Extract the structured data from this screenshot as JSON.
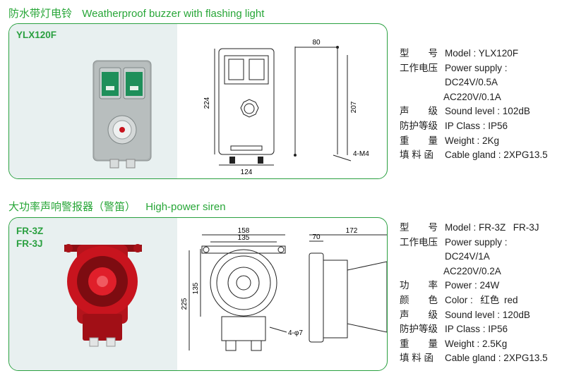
{
  "section1": {
    "title_cn": "防水带灯电铃",
    "title_en": "Weatherproof buzzer with flashing light",
    "model": "YLX120F",
    "drawing": {
      "dim_top": "80",
      "dim_height": "224",
      "dim_inner": "207",
      "dim_width": "124",
      "dim_hole": "4-M4"
    },
    "specs": [
      {
        "label": "型　　号",
        "value": "Model : YLX120F"
      },
      {
        "label": "工作电压",
        "value": "Power supply :"
      },
      {
        "label": "",
        "value": "DC24V/0.5A"
      },
      {
        "label": "",
        "value": "AC220V/0.1A"
      },
      {
        "label": "声　　级",
        "value": "Sound level : 102dB"
      },
      {
        "label": "防护等级",
        "value": "IP Class : IP56"
      },
      {
        "label": "重　　量",
        "value": "Weight : 2Kg"
      },
      {
        "label": "填 料 函",
        "value": "Cable gland : 2XPG13.5"
      }
    ]
  },
  "section2": {
    "title_cn": "大功率声响警报器（警笛）",
    "title_en": "High-power siren",
    "model_a": "FR-3Z",
    "model_b": "FR-3J",
    "drawing": {
      "dim_158": "158",
      "dim_135top": "135",
      "dim_225": "225",
      "dim_135side": "135",
      "dim_hole": "4-φ7",
      "dim_70": "70",
      "dim_172": "172"
    },
    "specs": [
      {
        "label": "型　　号",
        "value": "Model : FR-3Z  FR-3J"
      },
      {
        "label": "工作电压",
        "value": "Power supply :"
      },
      {
        "label": "",
        "value": "DC24V/1A"
      },
      {
        "label": "",
        "value": "AC220V/0.2A"
      },
      {
        "label": "功　　率",
        "value": "Power : 24W"
      },
      {
        "label": "颜　　色",
        "value": "Color :  红色 red"
      },
      {
        "label": "声　　级",
        "value": "Sound level : 120dB"
      },
      {
        "label": "防护等级",
        "value": "IP Class : IP56"
      },
      {
        "label": "重　　量",
        "value": "Weight : 2.5Kg"
      },
      {
        "label": "填 料 函",
        "value": "Cable gland : 2XPG13.5"
      }
    ]
  },
  "colors": {
    "accent": "#27a637",
    "siren_red": "#c8141e",
    "housing_grey": "#aeb4b4"
  }
}
